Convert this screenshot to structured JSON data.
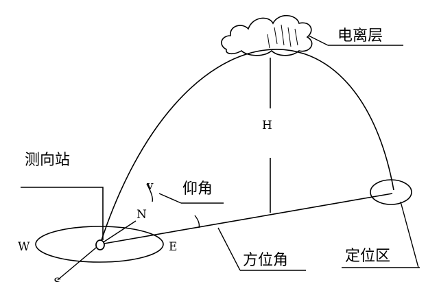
{
  "labels": {
    "ionosphere": "电离层",
    "height": "H",
    "station": "测向站",
    "elevation_angle": "仰角",
    "azimuth_angle": "方位角",
    "location_zone": "定位区",
    "north": "N",
    "east": "E",
    "west": "W",
    "south": "S"
  }
}
